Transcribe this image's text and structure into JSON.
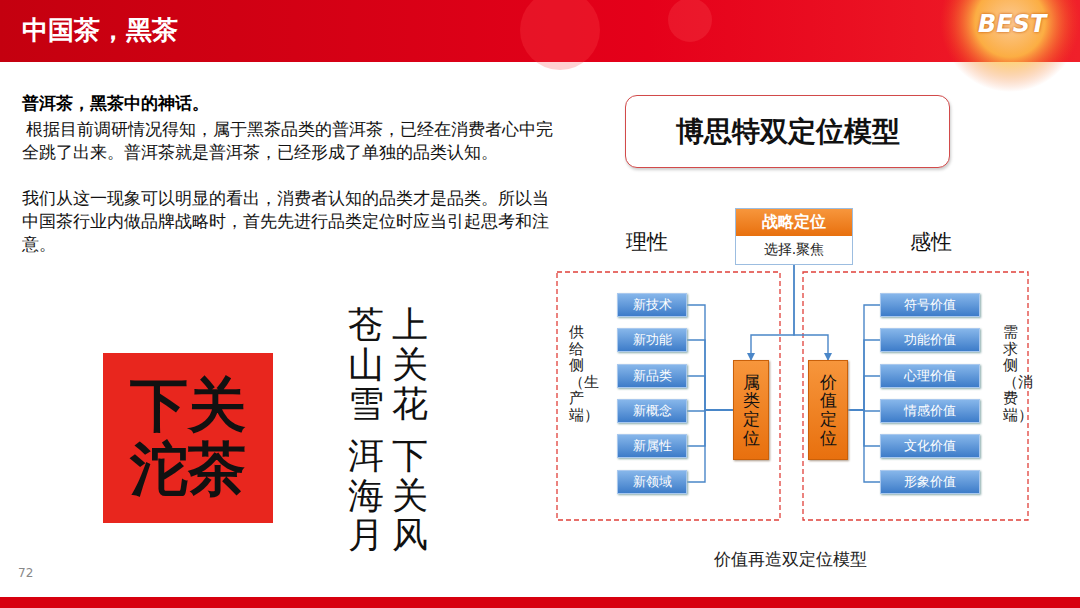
{
  "diagram": {
    "title": "中国茶，黑茶",
    "caption": "价值再造双定位模型",
    "nodes": [
      {
        "text": [
          "下关沱茶"
        ]
      },
      {
        "text": [
          "博思特双定位模型"
        ]
      },
      {
        "text": [
          "战略定位",
          "选择.聚焦"
        ]
      },
      {
        "text": [
          "供给侧（生产端）"
        ]
      },
      {
        "text": [
          "新技术"
        ],
        "in": 3
      },
      {
        "text": [
          "新功能"
        ],
        "in": 3
      },
      {
        "text": [
          "新品类"
        ],
        "in": 3
      },
      {
        "text": [
          "新概念"
        ],
        "in": 3
      },
      {
        "text": [
          "新属性"
        ],
        "in": 3
      },
      {
        "text": [
          "新领域"
        ],
        "in": 3
      },
      {
        "text": [
          "属类定位"
        ],
        "in": 3
      },
      {
        "text": [
          "需求侧（消费端）"
        ]
      },
      {
        "text": [
          "价值定位"
        ],
        "in": 11
      },
      {
        "text": [
          "符号价值"
        ],
        "in": 11
      },
      {
        "text": [
          "功能价值"
        ],
        "in": 11
      },
      {
        "text": [
          "心理价值"
        ],
        "in": 11
      },
      {
        "text": [
          "情感价值"
        ],
        "in": 11
      },
      {
        "text": [
          "文化价值"
        ],
        "in": 11
      },
      {
        "text": [
          "形象价值"
        ],
        "in": 11
      }
    ],
    "edges": [
      {
        "from": 4,
        "to": 10,
        "arrow": "none"
      },
      {
        "from": 5,
        "to": 10,
        "arrow": "none"
      },
      {
        "from": 6,
        "to": 10,
        "arrow": "none"
      },
      {
        "from": 7,
        "to": 10,
        "arrow": "none"
      },
      {
        "from": 8,
        "to": 10,
        "arrow": "none"
      },
      {
        "from": 9,
        "to": 10,
        "arrow": "none"
      },
      {
        "from": 2,
        "to": 10,
        "arrow": "to"
      },
      {
        "from": 2,
        "to": 12,
        "arrow": "to"
      },
      {
        "from": 12,
        "to": 13,
        "arrow": "none"
      },
      {
        "from": 12,
        "to": 14,
        "arrow": "none"
      },
      {
        "from": 12,
        "to": 15,
        "arrow": "none"
      },
      {
        "from": 12,
        "to": 16,
        "arrow": "none"
      },
      {
        "from": 12,
        "to": 17,
        "arrow": "none"
      },
      {
        "from": 12,
        "to": 18,
        "arrow": "none"
      }
    ],
    "labels": [
      "BEST",
      "普洱茶，黑茶中的神话。",
      "根据目前调研情况得知，属于黑茶品类的普洱茶，已经在消费者心中完全跳了出来。普洱茶就是普洱茶，已经形成了单独的品类认知。",
      "我们从这一现象可以明显的看出，消费者认知的品类才是品类。所以当中国茶行业内做品牌战略时，首先先进行品类定位时应当引起思考和注意。",
      "上关花",
      "下关风",
      "苍山雪",
      "洱海月",
      "理性",
      "感性",
      "72"
    ]
  }
}
